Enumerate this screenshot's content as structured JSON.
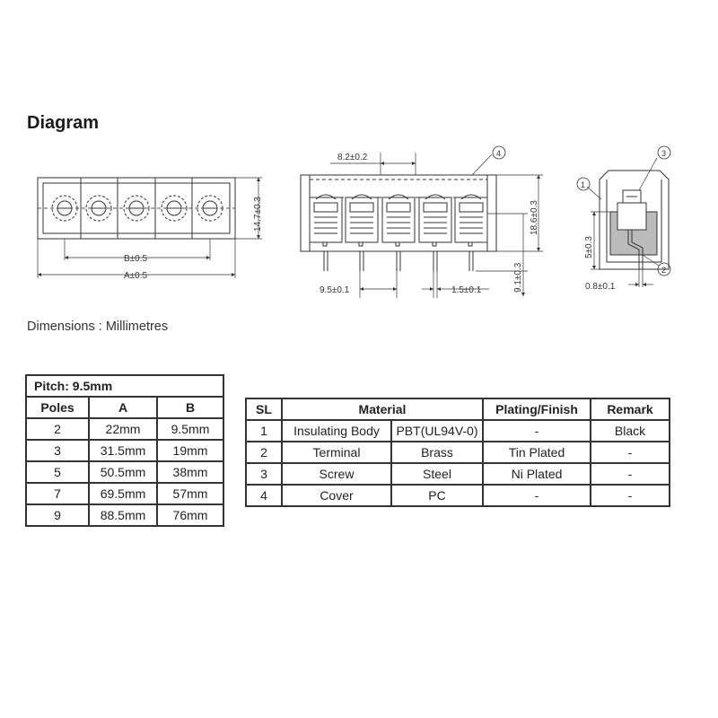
{
  "page": {
    "title": "Diagram",
    "dimensions_note": "Dimensions : Millimetres"
  },
  "diagram": {
    "front_view": {
      "dim_b": "B±0.5",
      "dim_a": "A±0.5",
      "dim_height": "14.7±0.3"
    },
    "side_view": {
      "dim_pitch_top": "8.2±0.2",
      "dim_height": "18.6±0.3",
      "dim_pin_length": "9.1±0.3",
      "dim_pitch_bottom": "9.5±0.1",
      "dim_pin_width": "1.5±0.1",
      "callout_4": "4"
    },
    "cross_section": {
      "dim_5": "5±0.3",
      "dim_pin": "0.8±0.1",
      "callout_1": "1",
      "callout_2": "2",
      "callout_3": "3"
    }
  },
  "pitch_table": {
    "title": "Pitch: 9.5mm",
    "headers": [
      "Poles",
      "A",
      "B"
    ],
    "rows": [
      [
        "2",
        "22mm",
        "9.5mm"
      ],
      [
        "3",
        "31.5mm",
        "19mm"
      ],
      [
        "5",
        "50.5mm",
        "38mm"
      ],
      [
        "7",
        "69.5mm",
        "57mm"
      ],
      [
        "9",
        "88.5mm",
        "76mm"
      ]
    ]
  },
  "material_table": {
    "headers": [
      "SL",
      "Material",
      "Plating/Finish",
      "Remark"
    ],
    "rows": [
      [
        "1",
        "Insulating Body",
        "PBT(UL94V-0)",
        "-",
        "Black"
      ],
      [
        "2",
        "Terminal",
        "Brass",
        "Tin Plated",
        "-"
      ],
      [
        "3",
        "Screw",
        "Steel",
        "Ni Plated",
        "-"
      ],
      [
        "4",
        "Cover",
        "PC",
        "-",
        "-"
      ]
    ]
  }
}
